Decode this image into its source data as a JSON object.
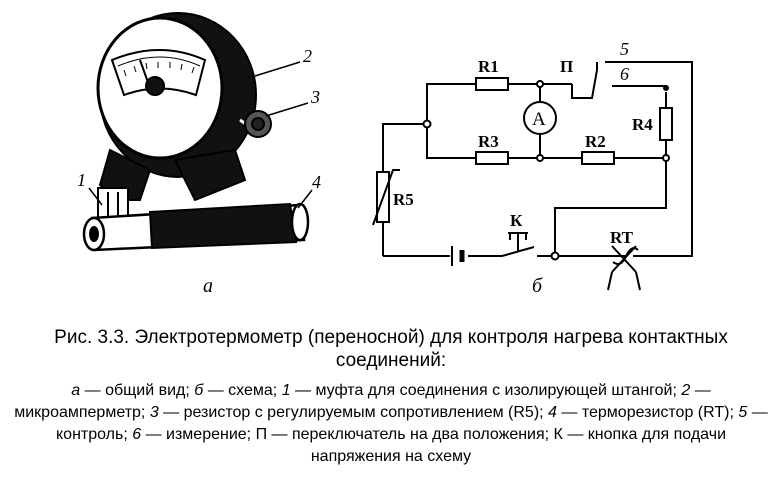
{
  "figure": {
    "part_a_label": "а",
    "part_b_label": "б",
    "callouts": [
      "1",
      "2",
      "3",
      "4"
    ],
    "circuit": {
      "R1": "R1",
      "R2": "R2",
      "R3": "R3",
      "R4": "R4",
      "R5": "R5",
      "RT": "RT",
      "ammeter": "A",
      "switch": "П",
      "button": "К",
      "pos5": "5",
      "pos6": "6"
    }
  },
  "caption": {
    "title": "Рис. 3.3. Электротермометр (переносной) для контроля нагрева контактных соединений:",
    "legend": [
      {
        "key": "а",
        "text": " — общий вид; "
      },
      {
        "key": "б",
        "text": " — схема; "
      },
      {
        "key": "1",
        "text": " — муфта для соединения с изолирующей штангой; "
      },
      {
        "key": "2",
        "text": " — микроамперметр; "
      },
      {
        "key": "3",
        "text": " — резистор с регулируемым сопротивлением (R5); "
      },
      {
        "key": "4",
        "text": " — терморезистор (RT); "
      },
      {
        "key": "5",
        "text": " — контроль; "
      },
      {
        "key": "6",
        "text": " — измерение; П — переключатель на два положения; К — кнопка для подачи напряжения на схему"
      }
    ]
  }
}
